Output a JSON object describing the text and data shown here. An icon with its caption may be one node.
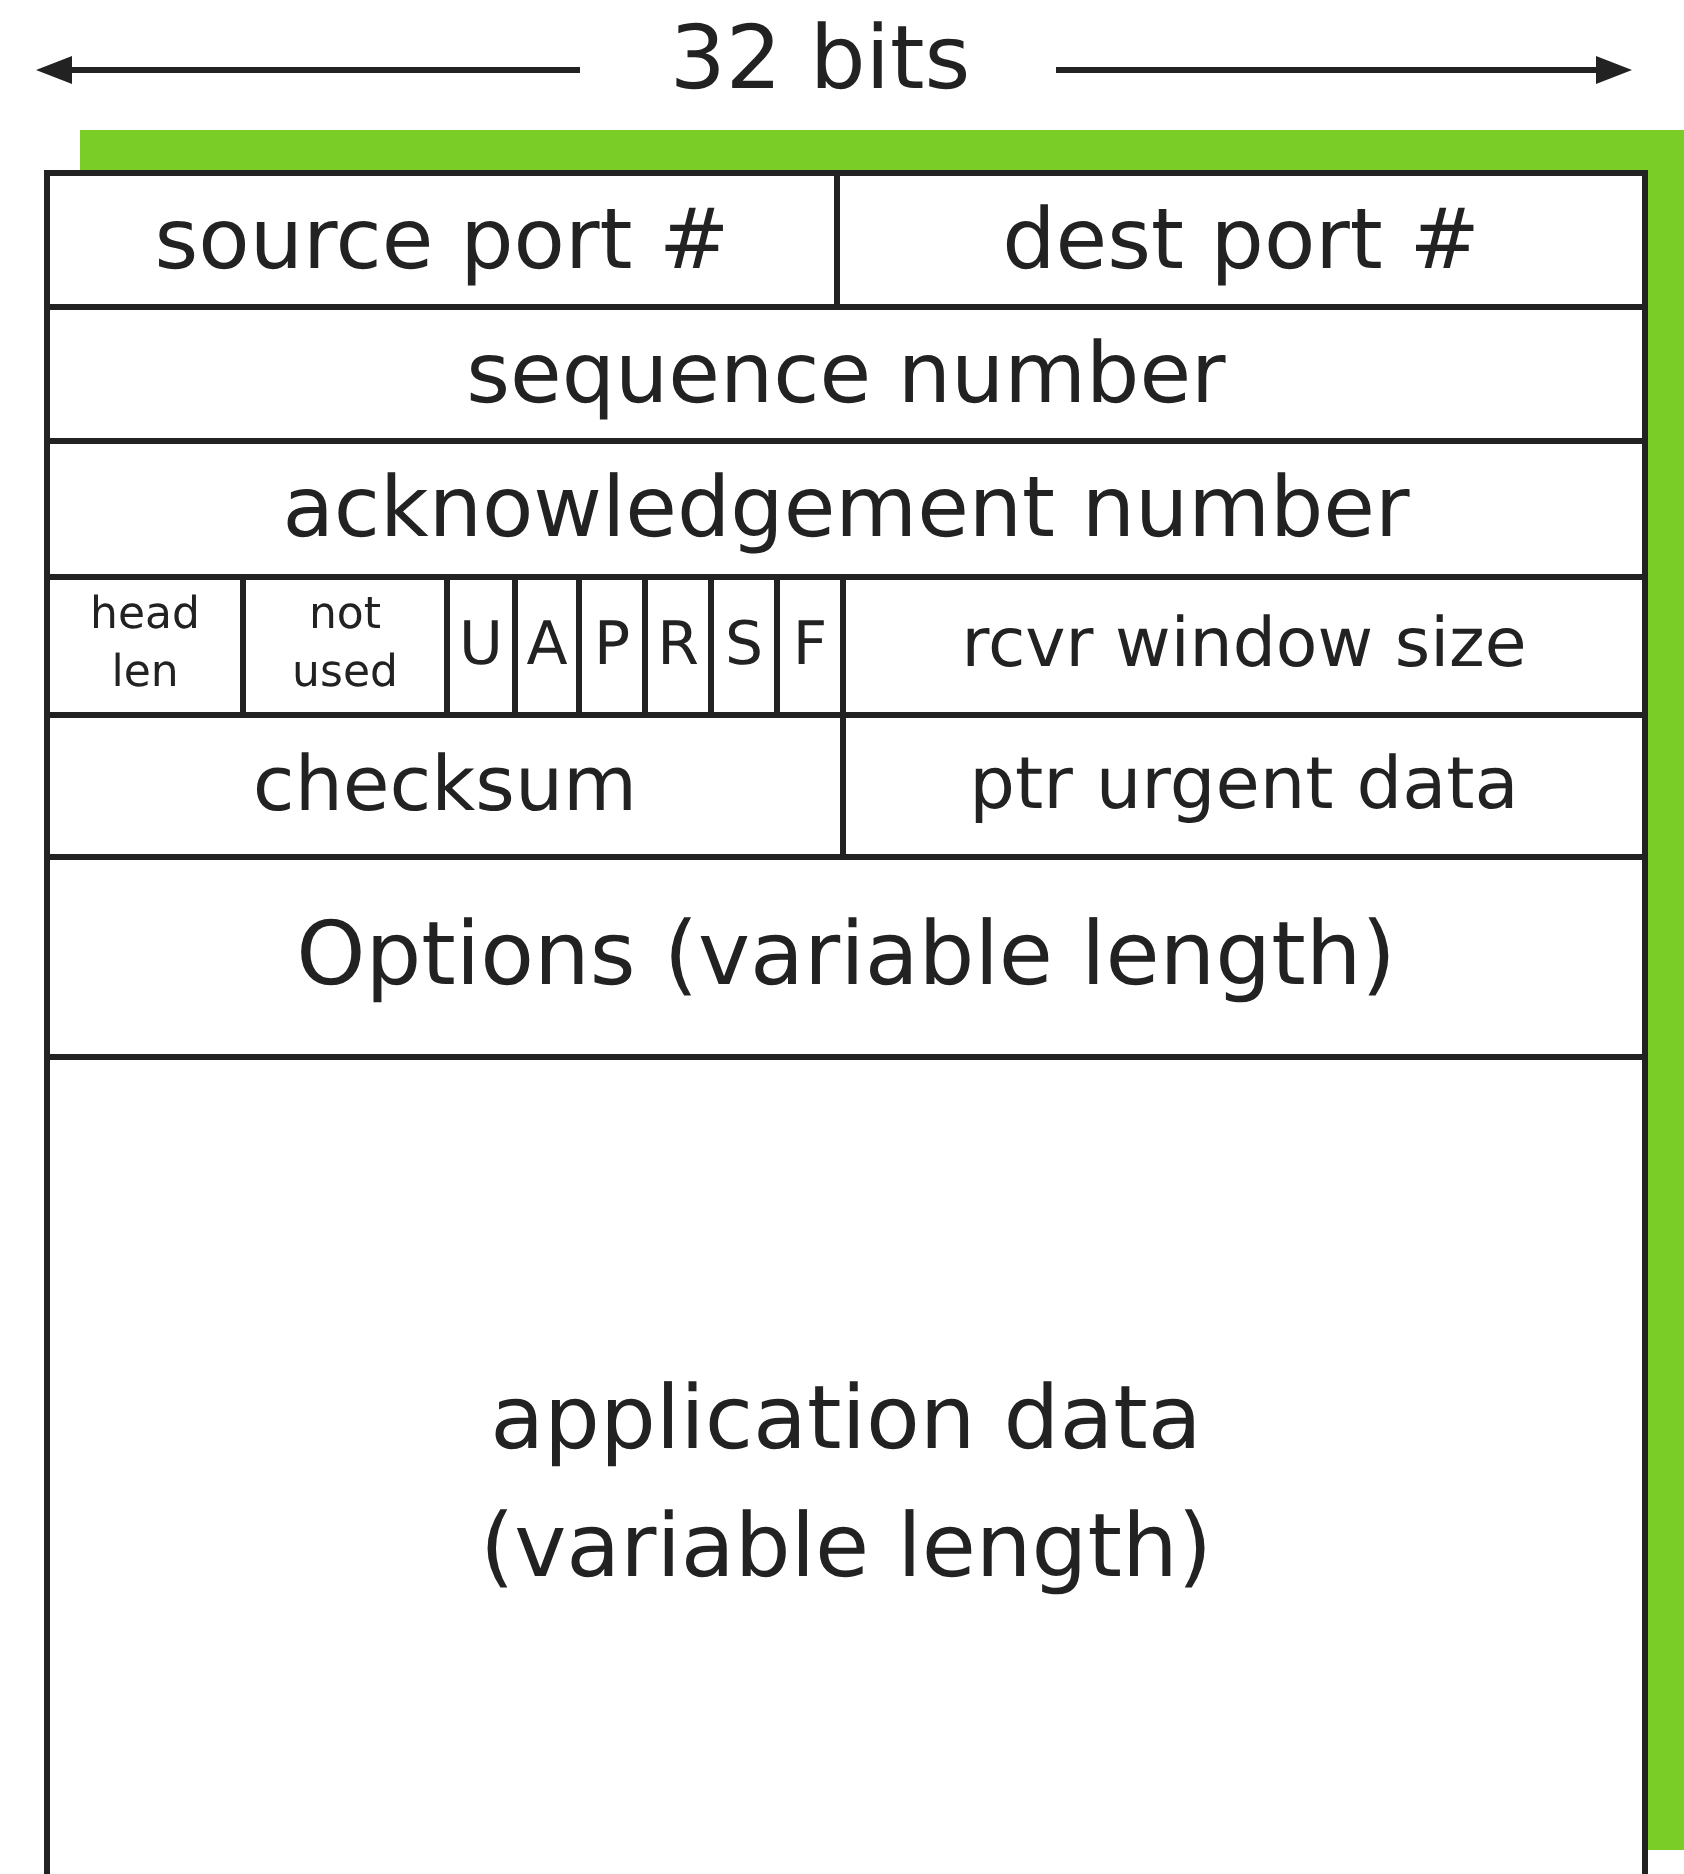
{
  "diagram": {
    "nodes": [
      {
        "text": [
          "source port #"
        ]
      },
      {
        "text": [
          "dest port #"
        ]
      },
      {
        "text": [
          "sequence number"
        ]
      },
      {
        "text": [
          "acknowledgement number"
        ]
      },
      {
        "text": [
          "head len"
        ]
      },
      {
        "text": [
          "not used"
        ]
      },
      {
        "text": [
          "U"
        ]
      },
      {
        "text": [
          "A"
        ]
      },
      {
        "text": [
          "P"
        ]
      },
      {
        "text": [
          "R"
        ]
      },
      {
        "text": [
          "S"
        ]
      },
      {
        "text": [
          "F"
        ]
      },
      {
        "text": [
          "rcvr window size"
        ]
      },
      {
        "text": [
          "checksum"
        ]
      },
      {
        "text": [
          "ptr urgent data"
        ]
      },
      {
        "text": [
          "Options (variable length)"
        ]
      },
      {
        "text": [
          "application data (variable length)"
        ]
      }
    ],
    "labels": [
      "32 bits"
    ]
  }
}
